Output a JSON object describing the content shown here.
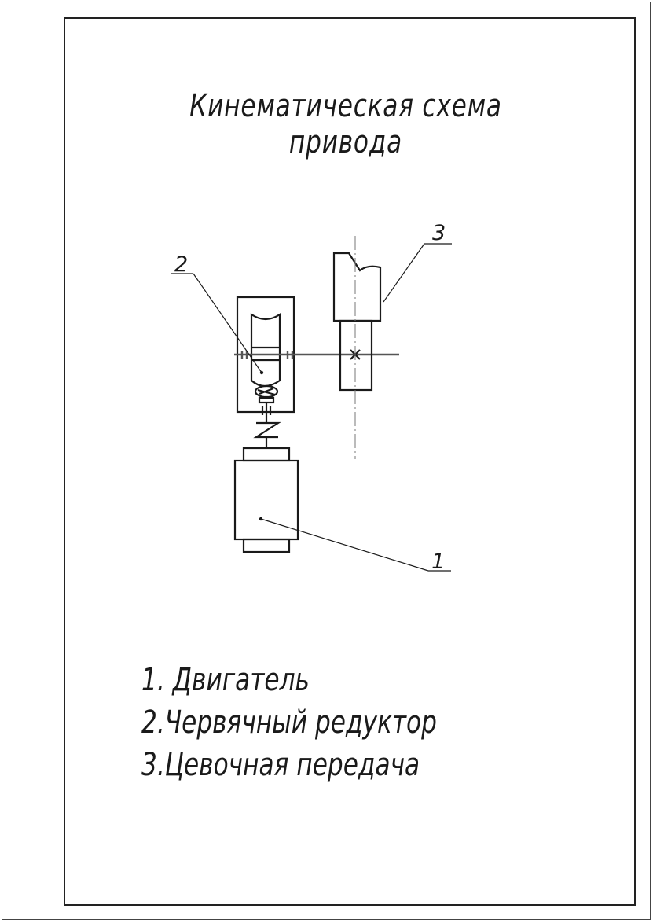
{
  "title": "Кинематическая схема привода",
  "callouts": {
    "motor": "1",
    "reducer": "2",
    "transmission": "3"
  },
  "legend": [
    "1. Двигатель",
    "2.Червячный редуктор",
    "3.Цевочная передача"
  ],
  "colors": {
    "line": "#1a1a1a",
    "shaft": "#555555",
    "background": "#ffffff"
  }
}
